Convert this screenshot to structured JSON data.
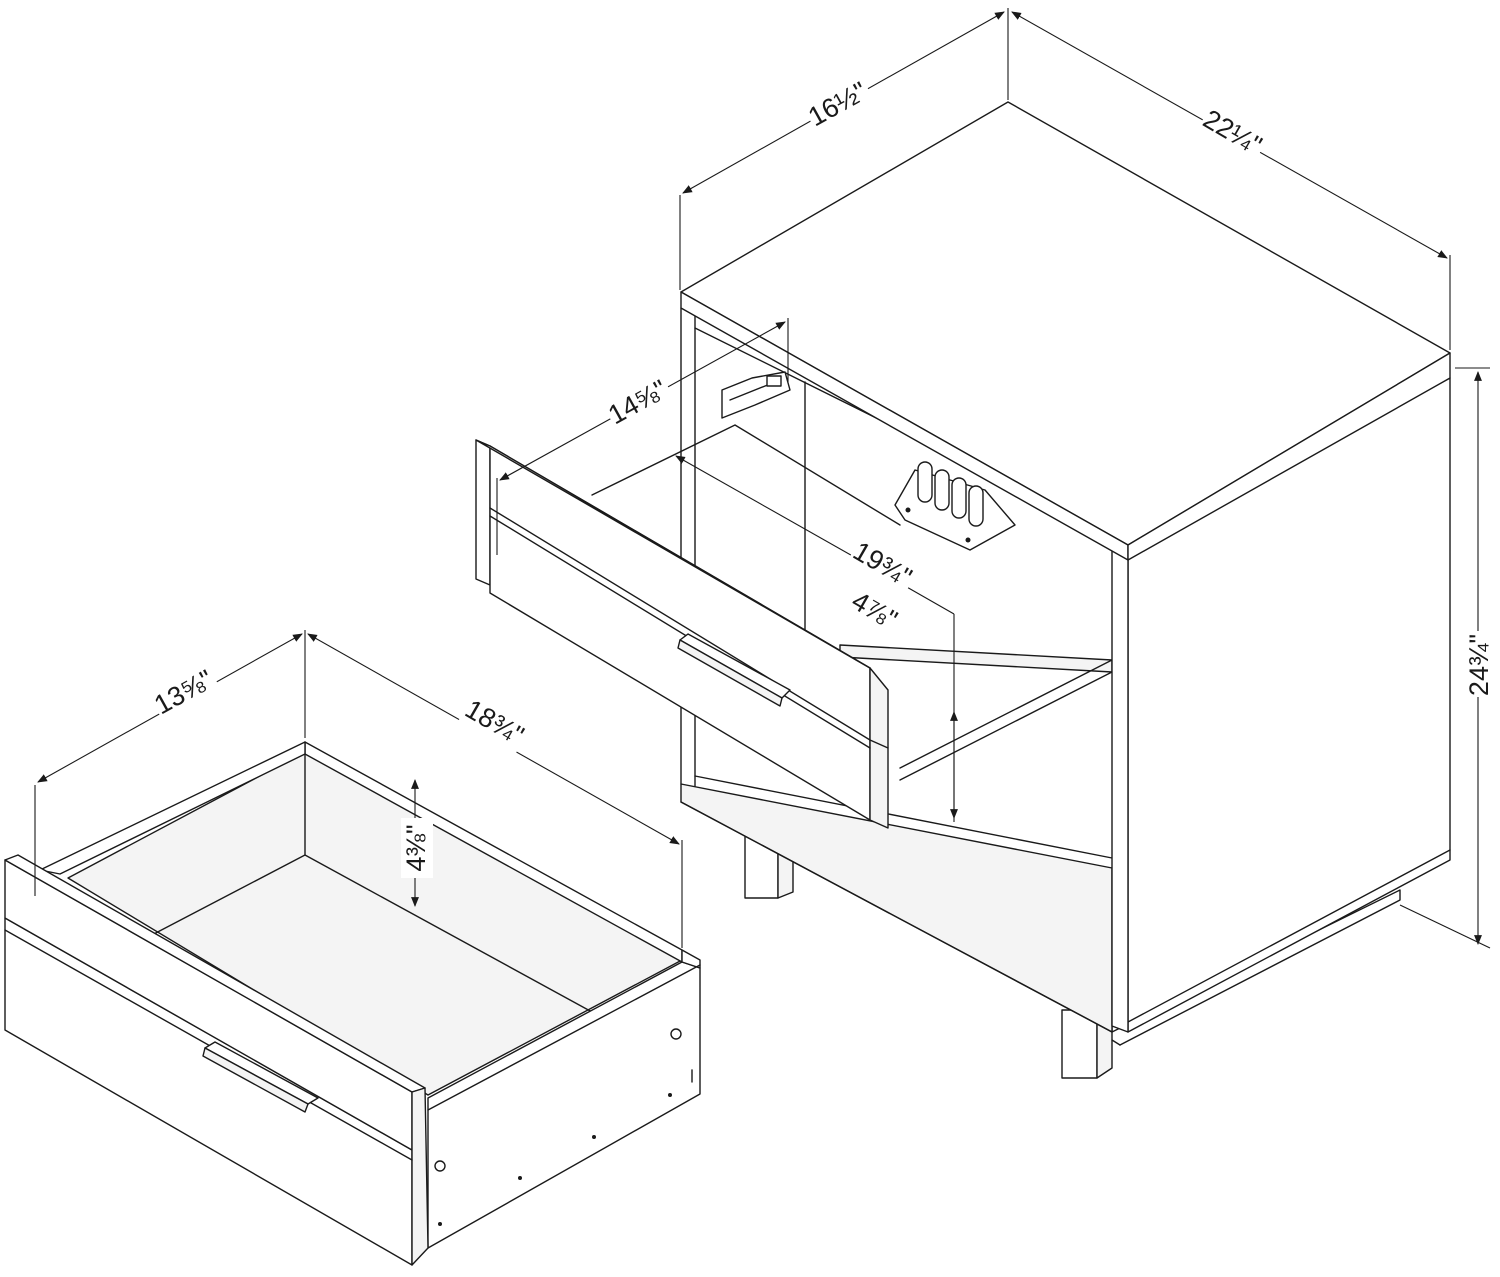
{
  "figure": {
    "dimensions": [
      {
        "key": "cabinet_depth",
        "label": "16½\""
      },
      {
        "key": "cabinet_width",
        "label": "22¼\""
      },
      {
        "key": "cabinet_height",
        "label": "24¾\""
      },
      {
        "key": "drawer_opening_depth",
        "label": "14⅝\""
      },
      {
        "key": "drawer_opening_width",
        "label": "19¾\""
      },
      {
        "key": "drawer_opening_height",
        "label": "4⅞\""
      },
      {
        "key": "drawer_depth",
        "label": "13⅝\""
      },
      {
        "key": "drawer_width",
        "label": "18¾\""
      },
      {
        "key": "drawer_height",
        "label": "4⅜\""
      }
    ]
  }
}
